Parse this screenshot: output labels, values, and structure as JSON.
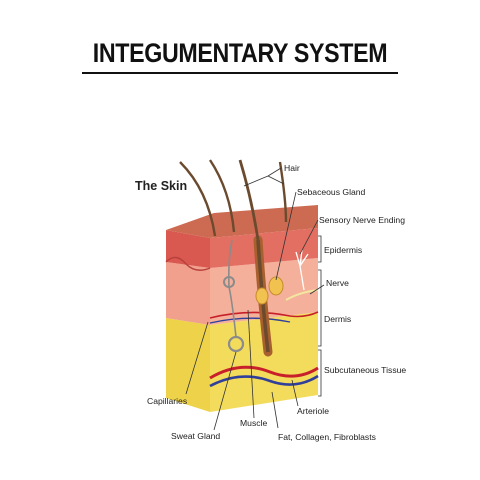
{
  "title": "INTEGUMENTARY SYSTEM",
  "diagram": {
    "heading": "The Skin",
    "labels": {
      "hair": "Hair",
      "sebaceous_gland": "Sebaceous Gland",
      "sensory_nerve_ending": "Sensory Nerve Ending",
      "epidermis": "Epidermis",
      "nerve": "Nerve",
      "dermis": "Dermis",
      "subcutaneous_tissue": "Subcutaneous Tissue",
      "capillaries": "Capillaries",
      "sweat_gland": "Sweat Gland",
      "muscle": "Muscle",
      "arteriole": "Arteriole",
      "fat_collagen_fibroblasts": "Fat, Collagen, Fibroblasts"
    },
    "colors": {
      "epidermis": "#d9584f",
      "dermis": "#f0a08c",
      "subcutaneous": "#eed34a",
      "hair": "#6b4a2e",
      "artery": "#c8202a",
      "vein": "#2f3f9a"
    }
  }
}
